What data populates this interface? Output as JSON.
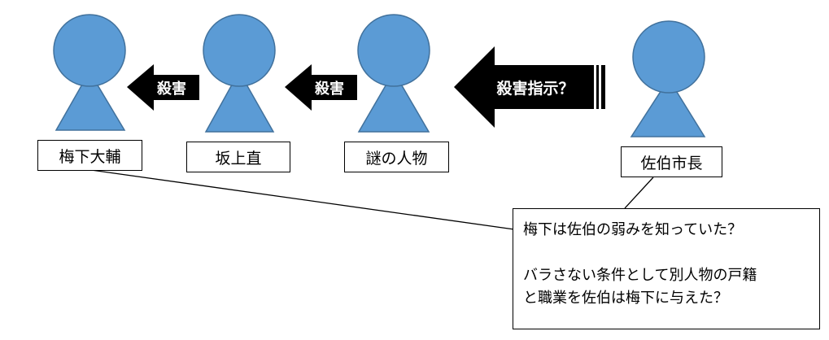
{
  "colors": {
    "figure_fill": "#5b9bd5",
    "figure_stroke": "#41719c",
    "arrow_fill": "#000000",
    "arrow_text": "#ffffff",
    "box_border": "#000000"
  },
  "people": [
    {
      "name": "梅下大輔"
    },
    {
      "name": "坂上直"
    },
    {
      "name": "謎の人物"
    },
    {
      "name": "佐伯市長"
    }
  ],
  "arrows": [
    {
      "label": "殺害"
    },
    {
      "label": "殺害"
    },
    {
      "label": "殺害指示？"
    }
  ],
  "note": {
    "lines": [
      "梅下は佐伯の弱みを知っていた？",
      "",
      "バラさない条件として別人物の戸籍",
      "と職業を佐伯は梅下に与えた？"
    ]
  }
}
